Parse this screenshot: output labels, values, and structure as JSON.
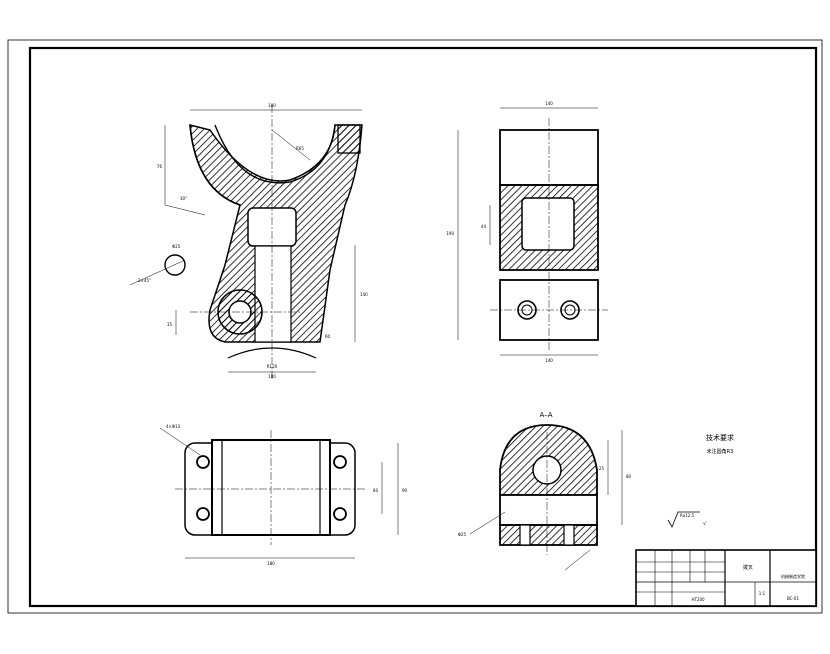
{
  "section_label": "A–A",
  "notes": {
    "title": "技术要求",
    "line1": "未注圆角R3"
  },
  "roughness": {
    "general": "Ra12.5",
    "others_symbol": "√"
  },
  "dimensions": {
    "front_top_width": "180",
    "front_top_height": "76",
    "front_bore": "R65",
    "front_height": "140",
    "front_lower": "60",
    "front_bottom_width": "100",
    "front_bottom_arc": "R120",
    "front_left_angle": "30°",
    "front_hole": "Φ25",
    "front_chamfer": "2×45°",
    "front_side": "35",
    "side_top_width": "140",
    "side_height": "190",
    "side_bottom_width": "140",
    "side_inner": "44",
    "top_width": "180",
    "top_height": "90",
    "top_inner": "60",
    "top_hole": "4×Φ13",
    "section_height": "80",
    "section_base": "25",
    "section_hole_label": "Φ25"
  },
  "title_block": {
    "part_name": "拨叉",
    "material": "HT200",
    "drawing_no": "BC-01",
    "scale": "1:1",
    "company": "机械制造学院"
  }
}
